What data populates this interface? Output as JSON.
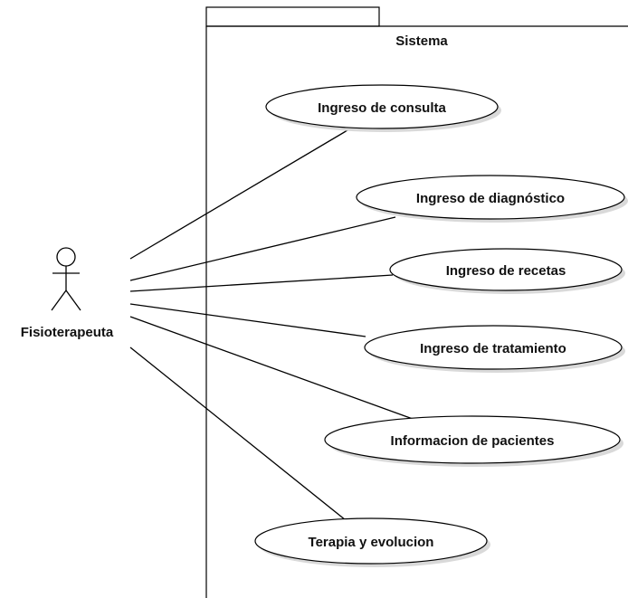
{
  "system": {
    "title": "Sistema"
  },
  "actor": {
    "name": "Fisioterapeuta"
  },
  "use_cases": [
    {
      "label": "Ingreso de consulta"
    },
    {
      "label": "Ingreso de diagnóstico"
    },
    {
      "label": "Ingreso de recetas"
    },
    {
      "label": "Ingreso de tratamiento"
    },
    {
      "label": "Informacion de pacientes"
    },
    {
      "label": "Terapia y evolucion"
    }
  ],
  "colors": {
    "stroke": "#000000",
    "ellipse_fill": "#ffffff",
    "shadow": "#d9d9d9",
    "text": "#111111"
  }
}
